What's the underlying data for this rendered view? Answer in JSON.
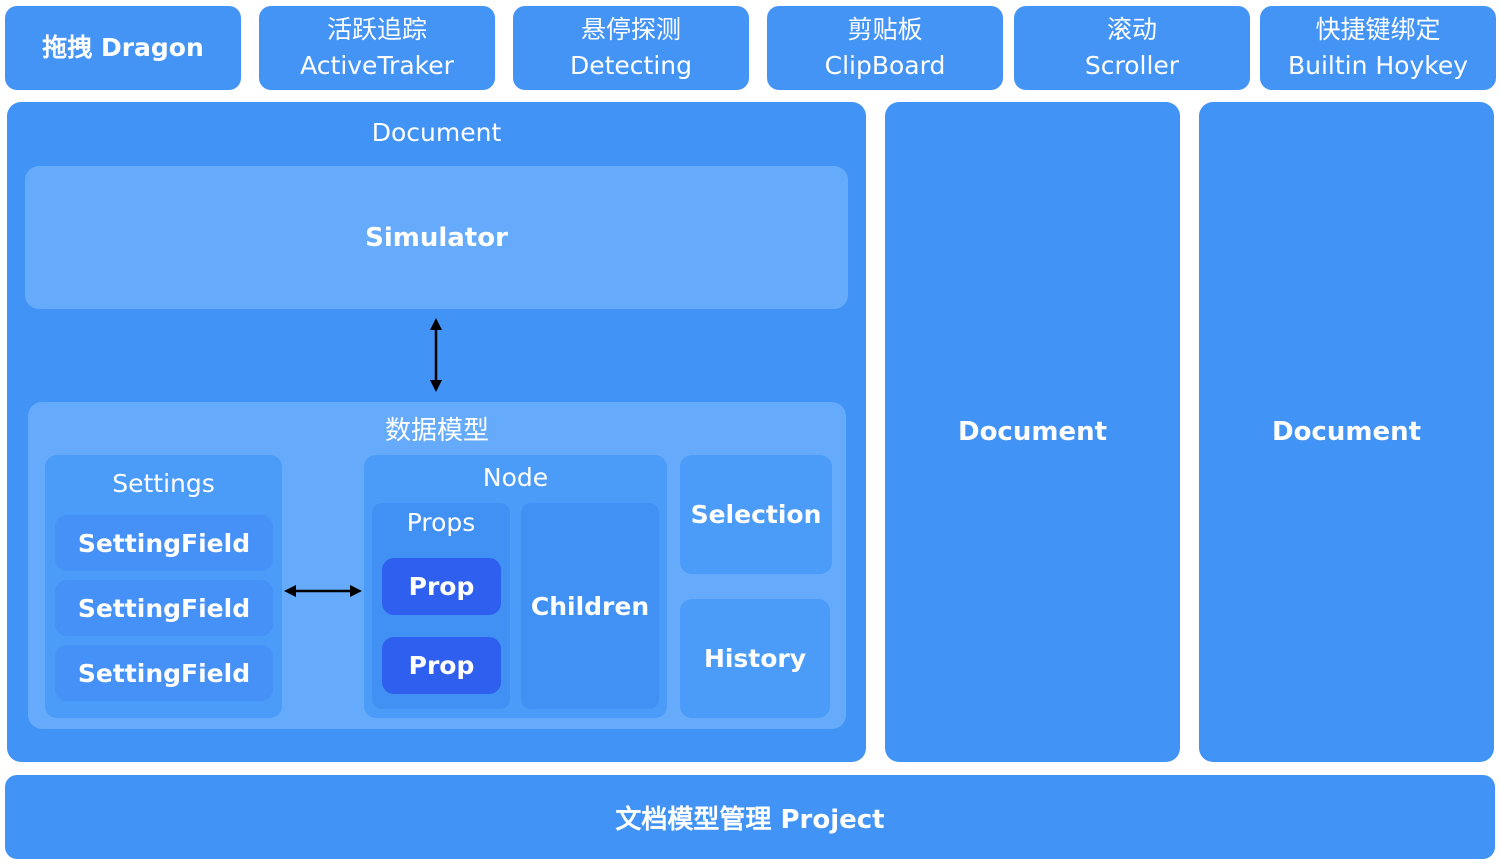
{
  "top_modules": [
    {
      "line1": "拖拽 Dragon",
      "line2": ""
    },
    {
      "line1": "活跃追踪",
      "line2": "ActiveTraker"
    },
    {
      "line1": "悬停探测",
      "line2": "Detecting"
    },
    {
      "line1": "剪贴板",
      "line2": "ClipBoard"
    },
    {
      "line1": "滚动",
      "line2": "Scroller"
    },
    {
      "line1": "快捷键绑定",
      "line2": "Builtin Hoykey"
    }
  ],
  "main_document": {
    "title": "Document",
    "simulator": "Simulator",
    "data_model": {
      "title": "数据模型",
      "settings": {
        "title": "Settings",
        "fields": [
          "SettingField",
          "SettingField",
          "SettingField"
        ]
      },
      "node": {
        "title": "Node",
        "props_title": "Props",
        "props": [
          "Prop",
          "Prop"
        ],
        "children": "Children"
      },
      "selection": "Selection",
      "history": "History"
    }
  },
  "side_documents": [
    "Document",
    "Document"
  ],
  "project": "文档模型管理 Project",
  "colors": {
    "outer": "#4193f5",
    "panel": "#66abfb",
    "inner": "#4691f7",
    "prop": "#2f5fef"
  }
}
